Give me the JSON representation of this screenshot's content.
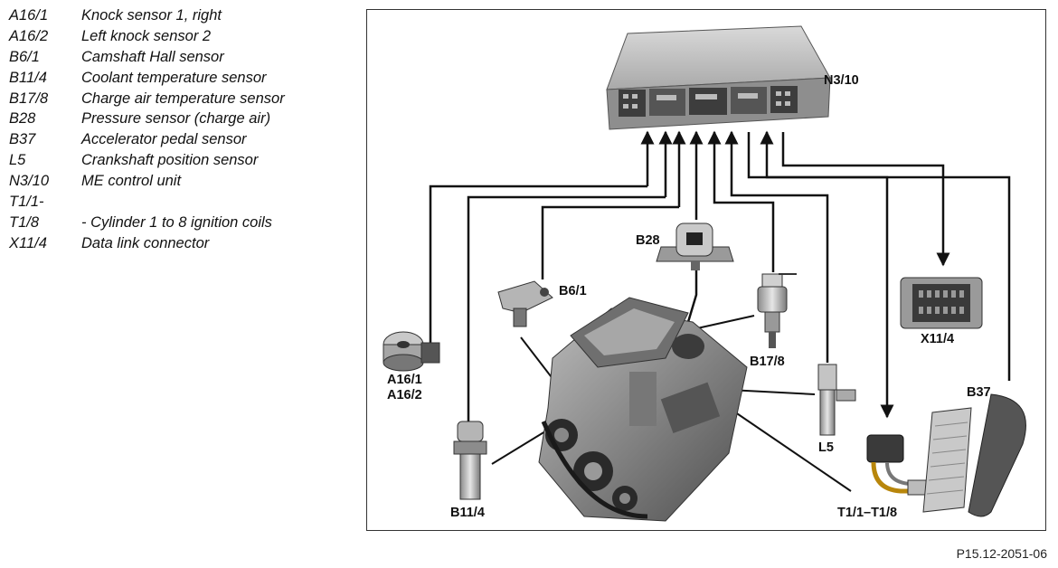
{
  "legend": [
    {
      "code": "A16/1",
      "desc": "Knock sensor 1, right"
    },
    {
      "code": "A16/2",
      "desc": "Left knock sensor 2"
    },
    {
      "code": "B6/1",
      "desc": "Camshaft Hall sensor"
    },
    {
      "code": "B11/4",
      "desc": "Coolant temperature sensor"
    },
    {
      "code": "B17/8",
      "desc": "Charge air temperature sensor"
    },
    {
      "code": "B28",
      "desc": "Pressure sensor (charge air)"
    },
    {
      "code": "B37",
      "desc": "Accelerator pedal sensor"
    },
    {
      "code": "L5",
      "desc": "Crankshaft position sensor"
    },
    {
      "code": "N3/10",
      "desc": "ME control unit"
    },
    {
      "code": "T1/1-",
      "desc": ""
    },
    {
      "code": "T1/8",
      "desc": "- Cylinder 1 to 8 ignition coils"
    },
    {
      "code": "X11/4",
      "desc": "Data link connector"
    }
  ],
  "diagram": {
    "labels": {
      "n3_10": "N3/10",
      "b28": "B28",
      "b6_1": "B6/1",
      "b17_8": "B17/8",
      "a16_1": "A16/1",
      "a16_2": "A16/2",
      "b11_4": "B11/4",
      "l5": "L5",
      "x11_4": "X11/4",
      "b37": "B37",
      "t1": "T1/1–T1/8"
    }
  },
  "figure_ref": "P15.12-2051-06"
}
